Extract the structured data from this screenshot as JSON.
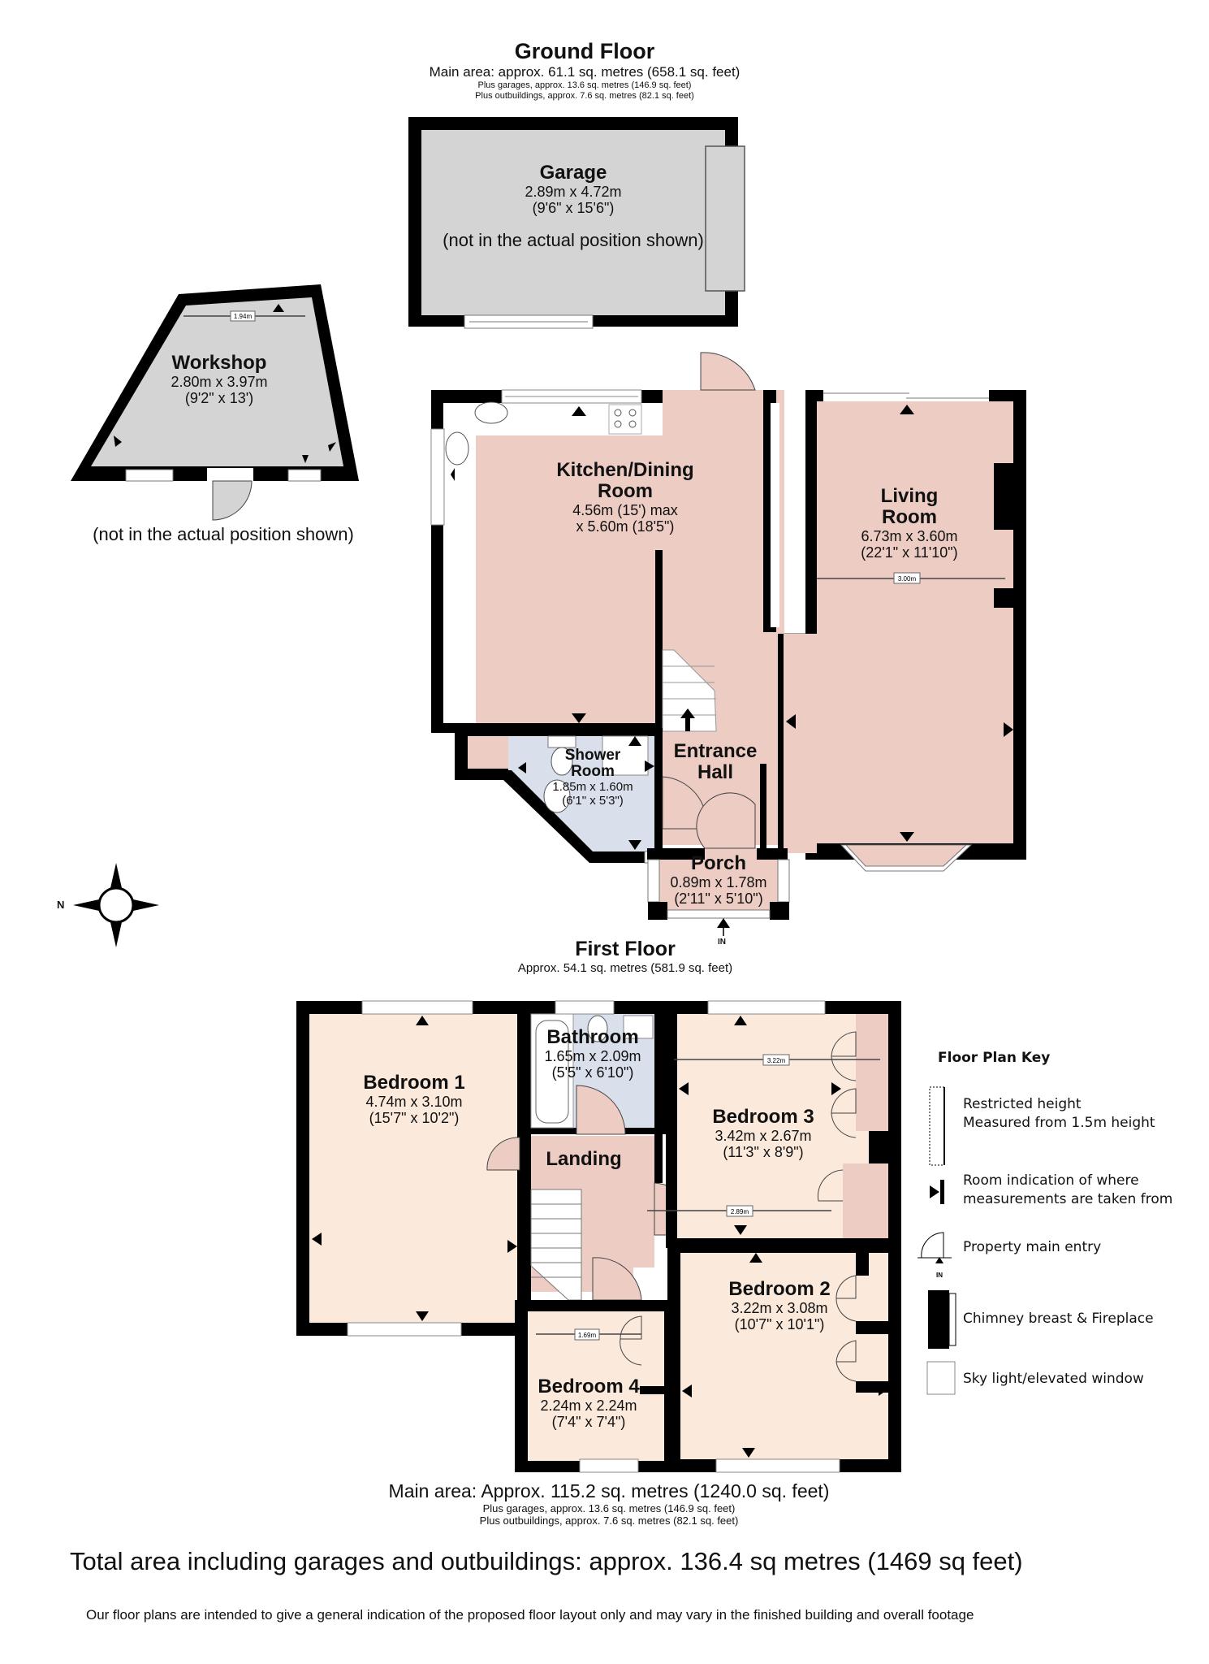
{
  "ground_floor": {
    "title": "Ground Floor",
    "main_area": "Main area: approx. 61.1 sq. metres (658.1 sq. feet)",
    "plus_garages": "Plus garages, approx. 13.6 sq. metres (146.9 sq. feet)",
    "plus_outbuildings": "Plus outbuildings, approx. 7.6 sq. metres (82.1 sq. feet)"
  },
  "rooms": {
    "garage": {
      "name": "Garage",
      "dim_m": "2.89m x 4.72m",
      "dim_ft": "(9'6\" x 15'6\")",
      "note": "(not in the actual position shown)"
    },
    "workshop": {
      "name": "Workshop",
      "dim_m": "2.80m x 3.97m",
      "dim_ft": "(9'2\" x 13')",
      "note": "(not in the actual position shown)",
      "measure": "1.94m"
    },
    "kitchen": {
      "name_1": "Kitchen/Dining",
      "name_2": "Room",
      "dim_1": "4.56m (15') max",
      "dim_2": "x 5.60m (18'5\")"
    },
    "living": {
      "name_1": "Living",
      "name_2": "Room",
      "dim_m": "6.73m x 3.60m",
      "dim_ft": "(22'1\" x 11'10\")",
      "measure": "3.00m"
    },
    "shower": {
      "name_1": "Shower",
      "name_2": "Room",
      "dim_m": "1.85m x 1.60m",
      "dim_ft": "(6'1\" x 5'3\")"
    },
    "entrance": {
      "name_1": "Entrance",
      "name_2": "Hall"
    },
    "porch": {
      "name": "Porch",
      "dim_m": "0.89m x 1.78m",
      "dim_ft": "(2'11\" x 5'10\")",
      "entry_label": "IN"
    },
    "bedroom1": {
      "name": "Bedroom 1",
      "dim_m": "4.74m x 3.10m",
      "dim_ft": "(15'7\" x 10'2\")"
    },
    "bathroom": {
      "name": "Bathroom",
      "dim_m": "1.65m x 2.09m",
      "dim_ft": "(5'5\" x 6'10\")"
    },
    "landing": {
      "name": "Landing"
    },
    "bedroom3": {
      "name": "Bedroom 3",
      "dim_m": "3.42m x 2.67m",
      "dim_ft": "(11'3\" x 8'9\")",
      "measure_1": "3.22m",
      "measure_2": "2.89m"
    },
    "bedroom2": {
      "name": "Bedroom 2",
      "dim_m": "3.22m x 3.08m",
      "dim_ft": "(10'7\" x 10'1\")"
    },
    "bedroom4": {
      "name": "Bedroom 4",
      "dim_m": "2.24m x 2.24m",
      "dim_ft": "(7'4\" x 7'4\")",
      "measure": "1.69m"
    }
  },
  "compass": {
    "label": "N"
  },
  "first_floor": {
    "title": "First Floor",
    "area": "Approx. 54.1 sq. metres (581.9 sq. feet)"
  },
  "key": {
    "title": "Floor Plan Key",
    "items": [
      {
        "icon": "restricted-height-icon",
        "line1": "Restricted height",
        "line2": "Measured from 1.5m height"
      },
      {
        "icon": "measurement-marker-icon",
        "line1": "Room indication of where",
        "line2": "measurements are taken from"
      },
      {
        "icon": "main-entry-icon",
        "line1": "Property main entry",
        "line2": "",
        "sub_label": "IN"
      },
      {
        "icon": "chimney-breast-icon",
        "line1": "Chimney breast & Fireplace",
        "line2": ""
      },
      {
        "icon": "skylight-icon",
        "line1": "Sky light/elevated window",
        "line2": ""
      }
    ]
  },
  "summary": {
    "main_area": "Main area: Approx. 115.2 sq. metres (1240.0 sq. feet)",
    "plus_garages": "Plus garages, approx. 13.6 sq. metres (146.9 sq. feet)",
    "plus_outbuildings": "Plus outbuildings, approx. 7.6 sq. metres (82.1 sq. feet)",
    "total": "Total area including garages and outbuildings: approx. 136.4 sq metres (1469 sq feet)",
    "disclaimer": "Our floor plans are intended to give a general indication of the proposed floor layout only and may vary in the finished building and overall footage"
  },
  "colors": {
    "wall": "#000000",
    "outbuilding_fill": "#d4d4d4",
    "ground_room_fill": "#ecccc3",
    "wet_room_fill": "#d9e0ec",
    "first_floor_room_fill": "#fbe9dc",
    "landing_fill": "#ecccc3"
  }
}
